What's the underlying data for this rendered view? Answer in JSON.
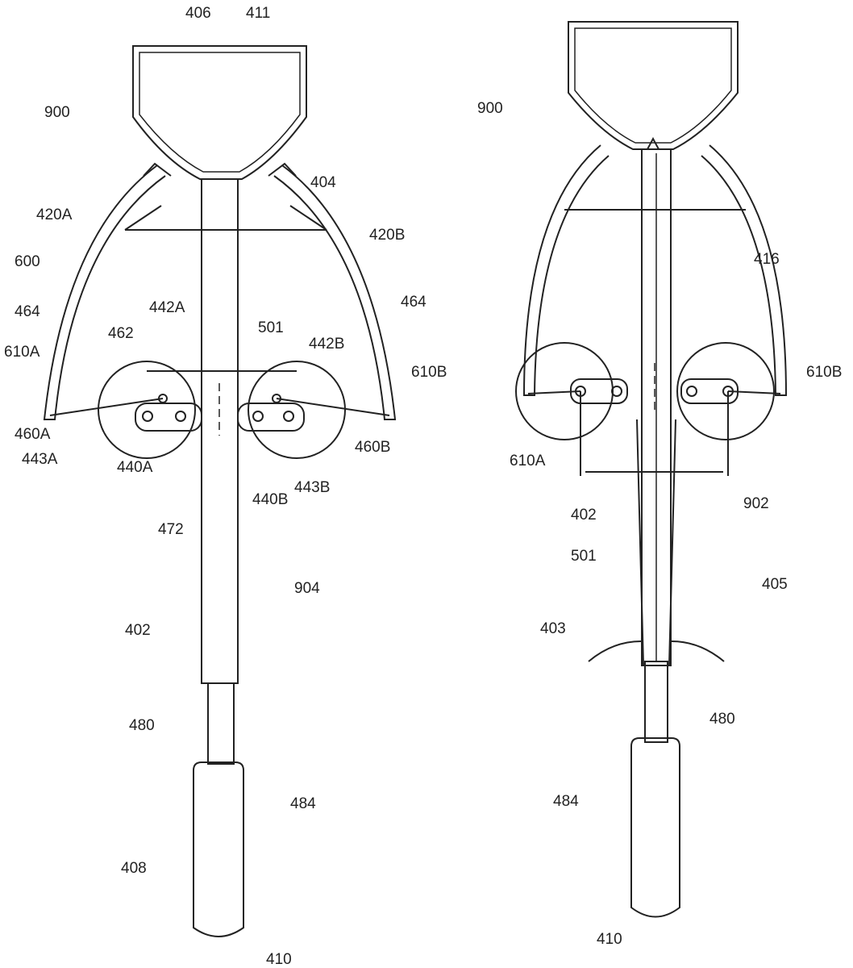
{
  "figure_left": {
    "labels": [
      "406",
      "411",
      "900",
      "404",
      "420A",
      "420B",
      "600",
      "464",
      "442A",
      "462",
      "501",
      "442B",
      "464",
      "610A",
      "610B",
      "460A",
      "443A",
      "440A",
      "472",
      "440B",
      "443B",
      "460B",
      "904",
      "402",
      "480",
      "484",
      "408",
      "410"
    ]
  },
  "figure_right": {
    "labels": [
      "900",
      "416",
      "610B",
      "610A",
      "902",
      "402",
      "501",
      "405",
      "403",
      "480",
      "484",
      "410"
    ]
  },
  "colors": {
    "ink": "#222222",
    "background": "#ffffff"
  }
}
